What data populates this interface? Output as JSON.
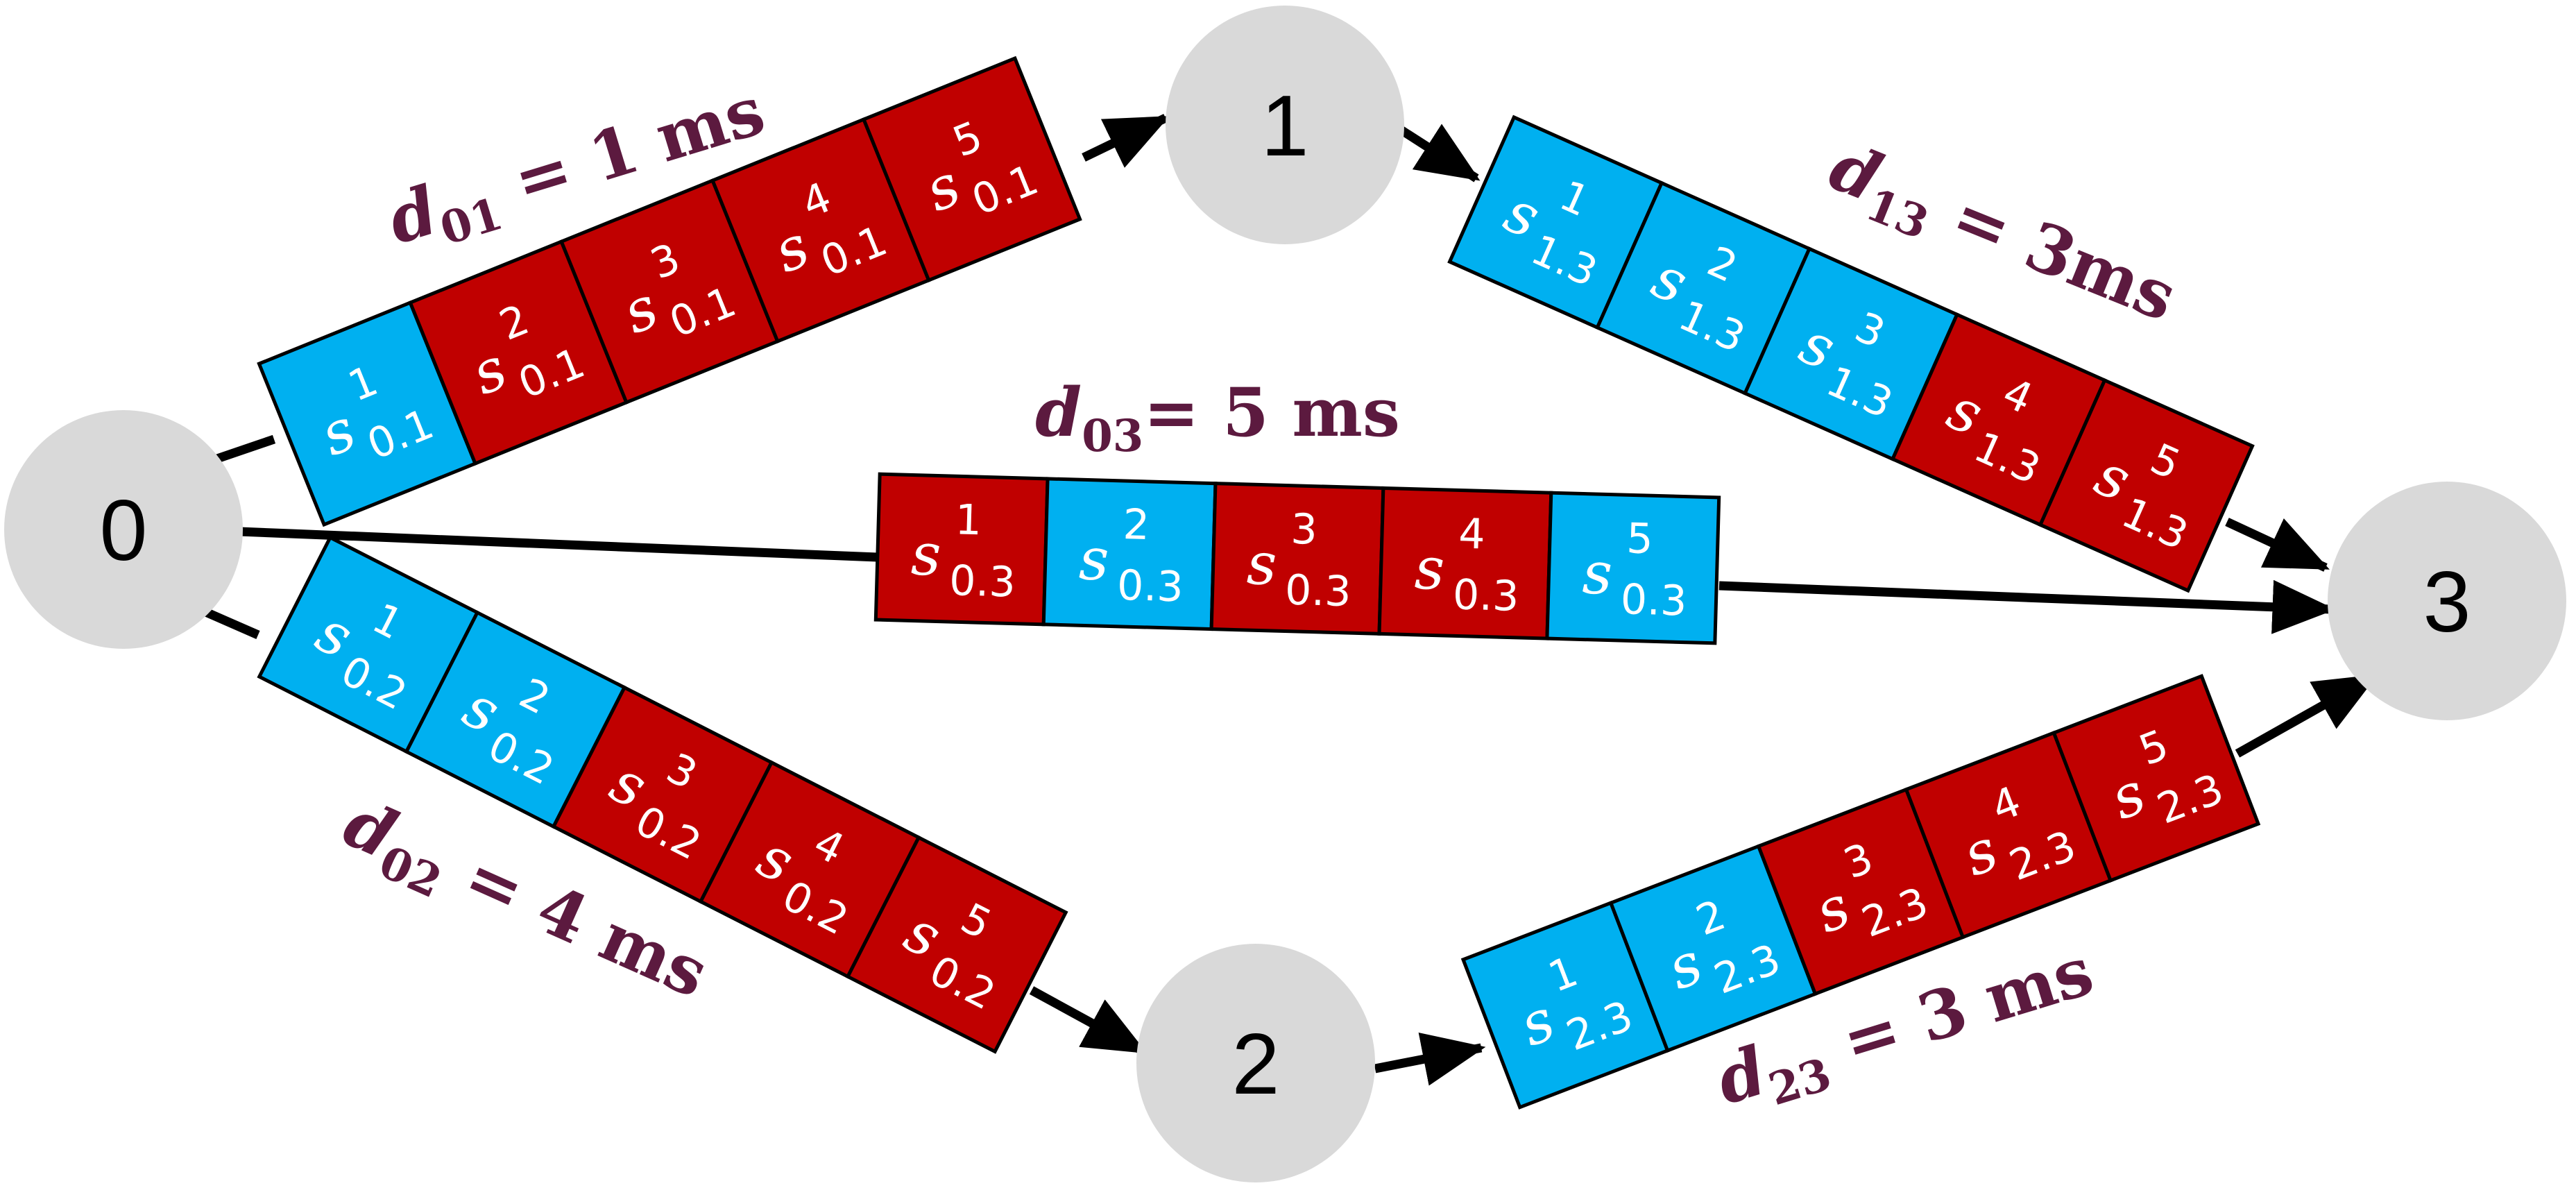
{
  "colors": {
    "blue_slot": "#00b0f0",
    "red_slot": "#c00000",
    "node_fill": "#d9d9d9",
    "label_color": "#5c1a3f",
    "line_color": "#000000"
  },
  "nodes": [
    {
      "id": "0",
      "label": "0"
    },
    {
      "id": "1",
      "label": "1"
    },
    {
      "id": "2",
      "label": "2"
    },
    {
      "id": "3",
      "label": "3"
    }
  ],
  "links": [
    {
      "id": "01",
      "delay_label": {
        "var": "d",
        "sub": "01",
        "text": " = 1 ms"
      },
      "slots": [
        {
          "sup": "1",
          "sub": "0.1",
          "state": "blue"
        },
        {
          "sup": "2",
          "sub": "0.1",
          "state": "red"
        },
        {
          "sup": "3",
          "sub": "0.1",
          "state": "red"
        },
        {
          "sup": "4",
          "sub": "0.1",
          "state": "red"
        },
        {
          "sup": "5",
          "sub": "0.1",
          "state": "red"
        }
      ]
    },
    {
      "id": "13",
      "delay_label": {
        "var": "d",
        "sub": "13",
        "text": " = 3ms"
      },
      "slots": [
        {
          "sup": "1",
          "sub": "1.3",
          "state": "blue"
        },
        {
          "sup": "2",
          "sub": "1.3",
          "state": "blue"
        },
        {
          "sup": "3",
          "sub": "1.3",
          "state": "blue"
        },
        {
          "sup": "4",
          "sub": "1.3",
          "state": "red"
        },
        {
          "sup": "5",
          "sub": "1.3",
          "state": "red"
        }
      ]
    },
    {
      "id": "03",
      "delay_label": {
        "var": "d",
        "sub": "03",
        "text": "= 5 ms"
      },
      "slots": [
        {
          "sup": "1",
          "sub": "0.3",
          "state": "red"
        },
        {
          "sup": "2",
          "sub": "0.3",
          "state": "blue"
        },
        {
          "sup": "3",
          "sub": "0.3",
          "state": "red"
        },
        {
          "sup": "4",
          "sub": "0.3",
          "state": "red"
        },
        {
          "sup": "5",
          "sub": "0.3",
          "state": "blue"
        }
      ]
    },
    {
      "id": "02",
      "delay_label": {
        "var": "d",
        "sub": "02",
        "text": " = 4 ms"
      },
      "slots": [
        {
          "sup": "1",
          "sub": "0.2",
          "state": "blue"
        },
        {
          "sup": "2",
          "sub": "0.2",
          "state": "blue"
        },
        {
          "sup": "3",
          "sub": "0.2",
          "state": "red"
        },
        {
          "sup": "4",
          "sub": "0.2",
          "state": "red"
        },
        {
          "sup": "5",
          "sub": "0.2",
          "state": "red"
        }
      ]
    },
    {
      "id": "23",
      "delay_label": {
        "var": "d",
        "sub": "23",
        "text": " = 3 ms"
      },
      "slots": [
        {
          "sup": "1",
          "sub": "2.3",
          "state": "blue"
        },
        {
          "sup": "2",
          "sub": "2.3",
          "state": "blue"
        },
        {
          "sup": "3",
          "sub": "2.3",
          "state": "red"
        },
        {
          "sup": "4",
          "sub": "2.3",
          "state": "red"
        },
        {
          "sup": "5",
          "sub": "2.3",
          "state": "red"
        }
      ]
    }
  ]
}
